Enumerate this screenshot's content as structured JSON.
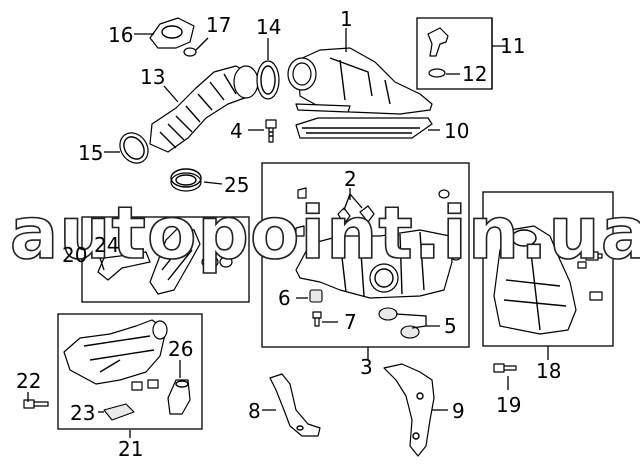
{
  "callouts": {
    "c1": "1",
    "c2": "2",
    "c3": "3",
    "c4": "4",
    "c5": "5",
    "c6": "6",
    "c7": "7",
    "c8": "8",
    "c9": "9",
    "c10": "10",
    "c11": "11",
    "c12": "12",
    "c13": "13",
    "c14": "14",
    "c15": "15",
    "c16": "16",
    "c17": "17",
    "c18": "18",
    "c19": "19",
    "c20": "20",
    "c21": "21",
    "c22": "22",
    "c23": "23",
    "c24": "24",
    "c25": "25",
    "c26": "26"
  },
  "watermark": "autopoint.in.ua"
}
